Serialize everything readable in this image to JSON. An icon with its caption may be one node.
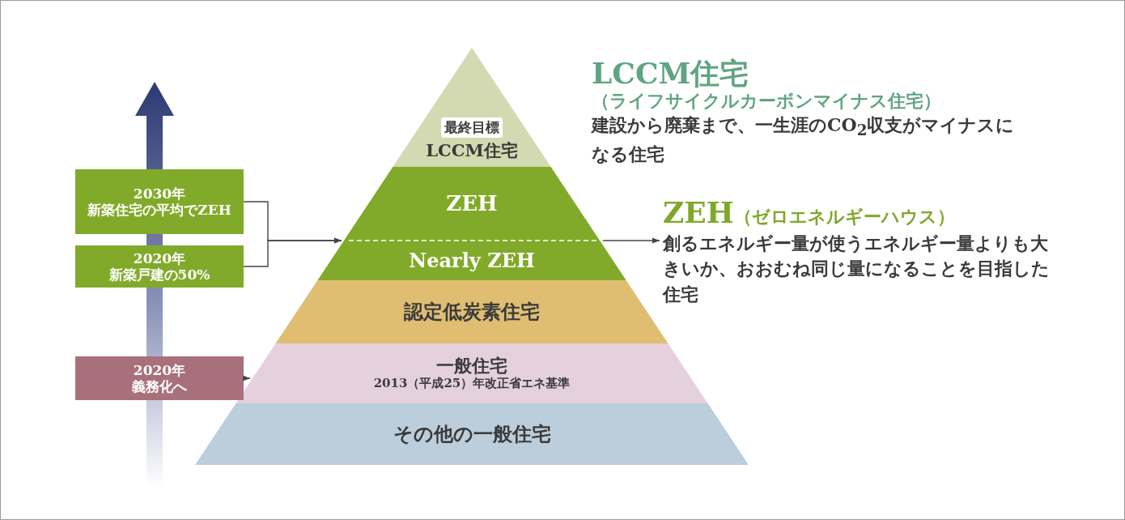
{
  "diagram": {
    "nodes": [
      {
        "text": [
          "最終目標",
          "LCCM住宅"
        ]
      },
      {
        "text": [
          "ZEH",
          "Nearly ZEH"
        ]
      },
      {
        "text": [
          "認定低炭素住宅"
        ]
      },
      {
        "text": [
          "一般住宅",
          "2013（平成25）年改正省エネ基準"
        ]
      },
      {
        "text": [
          "その他の一般住宅"
        ]
      },
      {
        "text": [
          "2030年",
          "新築住宅の平均でZEH"
        ]
      },
      {
        "text": [
          "2020年",
          "新築戸建の50%"
        ]
      },
      {
        "text": [
          "2020年",
          "義務化へ"
        ]
      },
      {
        "text": [
          "ZEH",
          "（ゼロエネルギーハウス）",
          "創るエネルギー量が使うエネルギー量よりも大きいか、おおむね同じ量になることを目指した住宅"
        ]
      }
    ],
    "edges": [
      {
        "from": 5,
        "to": 1,
        "arrow": "to"
      },
      {
        "from": 6,
        "to": 1,
        "arrow": "to"
      },
      {
        "from": 7,
        "to": 3,
        "arrow": "to"
      },
      {
        "from": 1,
        "to": 8,
        "arrow": "to"
      }
    ],
    "labels": [
      "LCCM住宅",
      "（ライフサイクルカーボンマイナス住宅）",
      "建設から廃棄まで、一生涯のCO$_{2}$収支がマイナスになる住宅"
    ]
  }
}
